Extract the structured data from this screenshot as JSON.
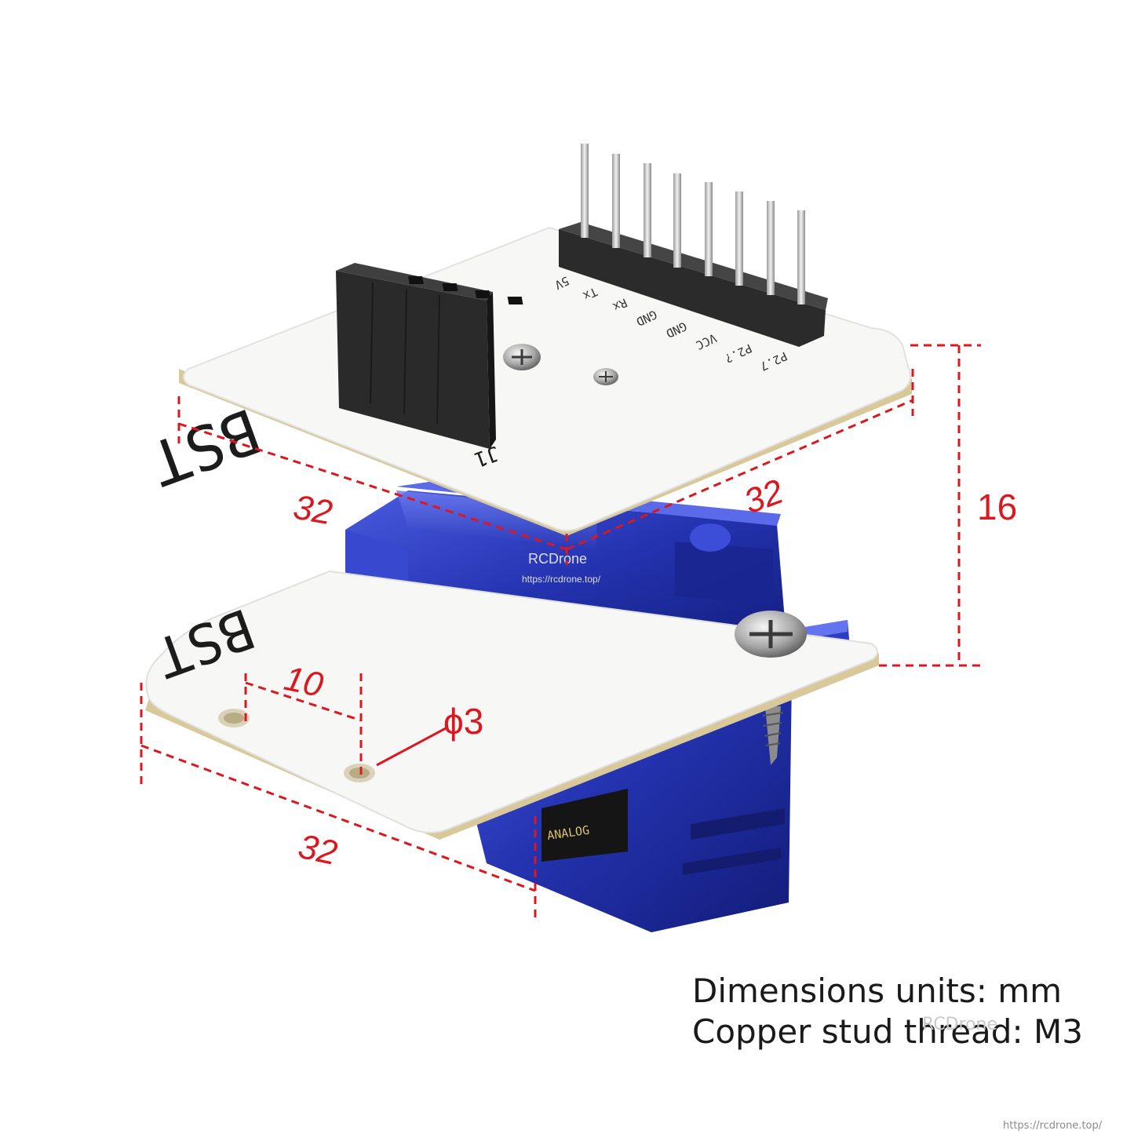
{
  "dimensions": {
    "top_board_width": "32",
    "top_board_depth": "32",
    "stack_height": "16",
    "hole_spacing": "10",
    "hole_diameter": "ϕ3",
    "bottom_board_width": "32"
  },
  "silkscreen": {
    "brand": "BST",
    "connector_label": "J1",
    "servo_label": "ANALOG",
    "pins": [
      "P2.7",
      "P2.?",
      "VCC",
      "GND",
      "GND",
      "Rx",
      "Tx",
      "5V"
    ]
  },
  "watermark": {
    "brand": "RCDrone",
    "url": "https://rcdrone.top/"
  },
  "caption": {
    "line1": "Dimensions units: mm",
    "line2": "Copper stud thread: M3",
    "overlay": "RCDrone"
  },
  "footer": {
    "url": "https://rcdrone.top/"
  },
  "colors": {
    "dimension": "#d9181f",
    "servo_blue": "#2535b5",
    "board": "#f7f7f5",
    "board_edge": "#d8c89a",
    "header": "#2a2a2a"
  }
}
